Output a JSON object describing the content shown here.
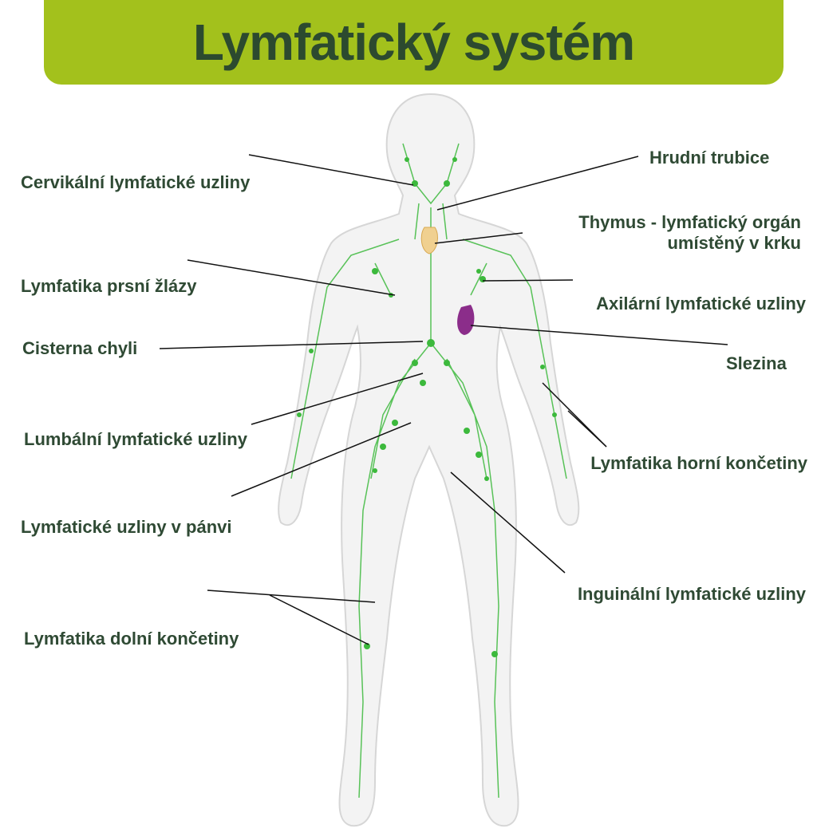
{
  "title": "Lymfatický systém",
  "colors": {
    "banner": "#a3c11c",
    "text": "#2c4a2f",
    "lymph": "#3cb93c",
    "spleen": "#8b2d8a",
    "thymus": "#f0d090"
  },
  "labels": {
    "cervical": "Cervikální lymfatické uzliny",
    "thoracic_duct": "Hrudní trubice",
    "thymus_line1": "Thymus - lymfatický orgán",
    "thymus_line2": "umístěný v krku",
    "breast": "Lymfatika prsní žlázy",
    "axillary": "Axilární lymfatické uzliny",
    "cisterna": "Cisterna chyli",
    "spleen": "Slezina",
    "lumbar": "Lumbální lymfatické uzliny",
    "upper_limb": "Lymfatika horní končetiny",
    "pelvic": "Lymfatické uzliny v pánvi",
    "inguinal": "Inguinální lymfatické uzliny",
    "lower_limb": "Lymfatika dolní končetiny"
  }
}
